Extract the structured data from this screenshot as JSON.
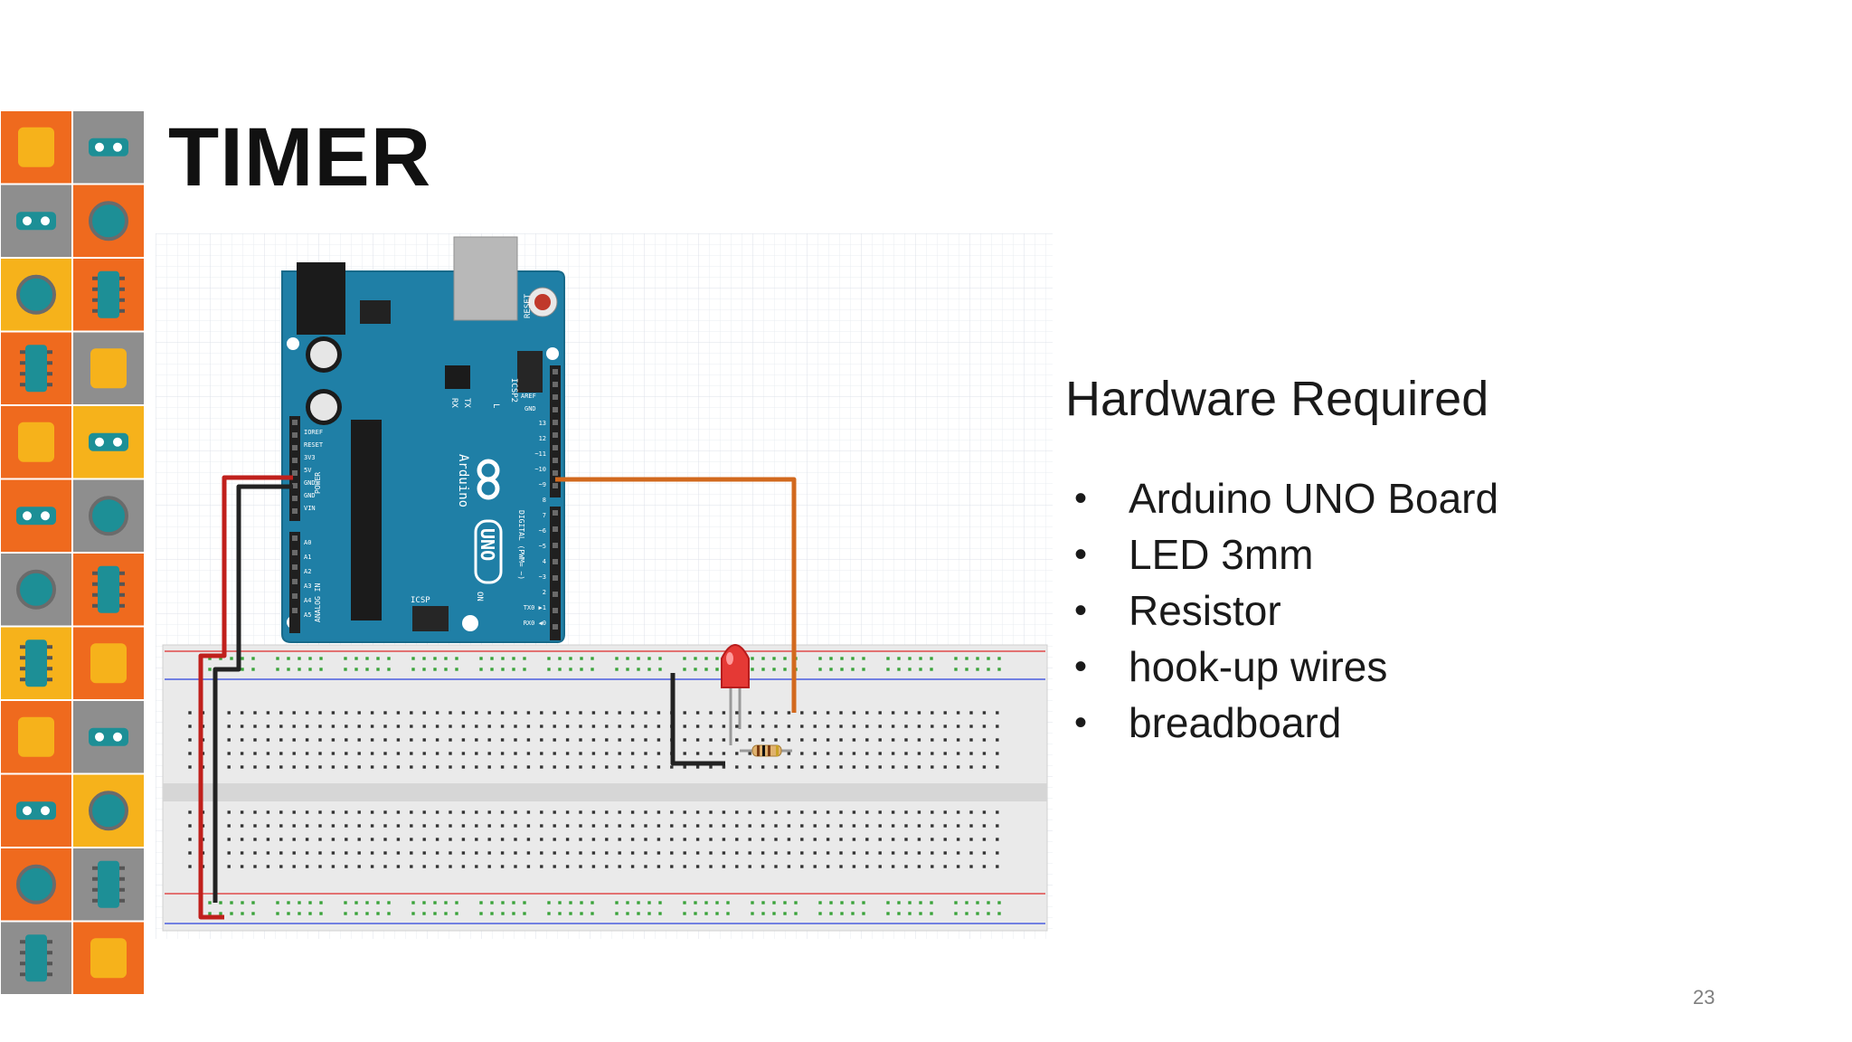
{
  "slide": {
    "title": "TIMER",
    "page_number": "23"
  },
  "hardware": {
    "heading": "Hardware Required",
    "items": [
      "Arduino UNO Board",
      "LED 3mm",
      "Resistor",
      "hook-up wires",
      "breadboard"
    ]
  },
  "board": {
    "labels": {
      "reset": "RESET",
      "icsp2": "ICSP2",
      "icsp": "ICSP",
      "brand": "Arduino",
      "model": "UNO",
      "on": "ON",
      "tx": "TX",
      "rx": "RX",
      "l": "L",
      "aref": "AREF",
      "gnd": "GND",
      "digital": "DIGITAL (PWM= ~)",
      "power": "POWER",
      "analog": "ANALOG IN",
      "power_pins": [
        "IOREF",
        "RESET",
        "3V3",
        "5V",
        "GND",
        "GND",
        "VIN"
      ],
      "analog_pins": [
        "A0",
        "A1",
        "A2",
        "A3",
        "A4",
        "A5"
      ],
      "digital_pins": [
        "13",
        "12",
        "~11",
        "~10",
        "~9",
        "8",
        "7",
        "~6",
        "~5",
        "4",
        "~3",
        "2",
        "TX0 ▶1",
        "RX0 ◀0"
      ]
    }
  },
  "colors": {
    "board_blue": "#1f7fa6",
    "wire_red": "#c0201c",
    "wire_black": "#222222",
    "wire_orange": "#d2691e",
    "led_red": "#e53935",
    "pattern_orange": "#ef6a1e",
    "pattern_yellow": "#f6b21b",
    "pattern_teal": "#1d8f96",
    "pattern_grey": "#8e8e8e"
  }
}
